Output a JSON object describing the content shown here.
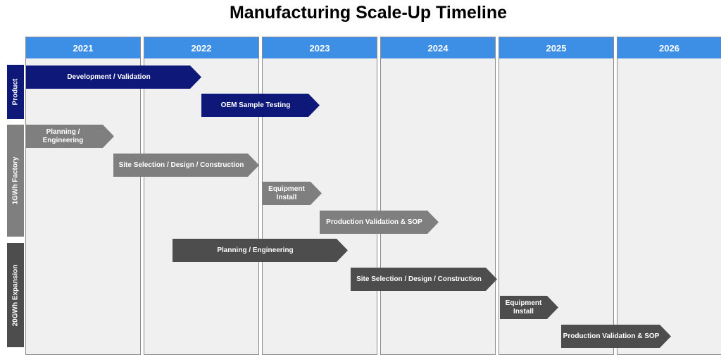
{
  "title": "Manufacturing Scale-Up Timeline",
  "years": [
    "2021",
    "2022",
    "2023",
    "2024",
    "2025",
    "2026"
  ],
  "rows": {
    "product": "Product",
    "factory_1gwh": "1GWh Factory",
    "expansion_20gwh": "20GWh Expansion"
  },
  "tasks": {
    "product_dev": "Development / Validation",
    "product_oem": "OEM Sample Testing",
    "f1_planning": "Planning / Engineering",
    "f1_site": "Site Selection / Design / Construction",
    "f1_equipment": "Equipment Install",
    "f1_validation": "Production Validation  & SOP",
    "e20_planning": "Planning / Engineering",
    "e20_site": "Site Selection / Design / Construction",
    "e20_equipment": "Equipment Install",
    "e20_validation": "Production Validation  & SOP"
  },
  "colors": {
    "header": "#3d8fe6",
    "product": "#0d1878",
    "factory": "#7f7f7f",
    "expansion": "#4d4d4d",
    "column_bg": "#f0f0f0"
  }
}
